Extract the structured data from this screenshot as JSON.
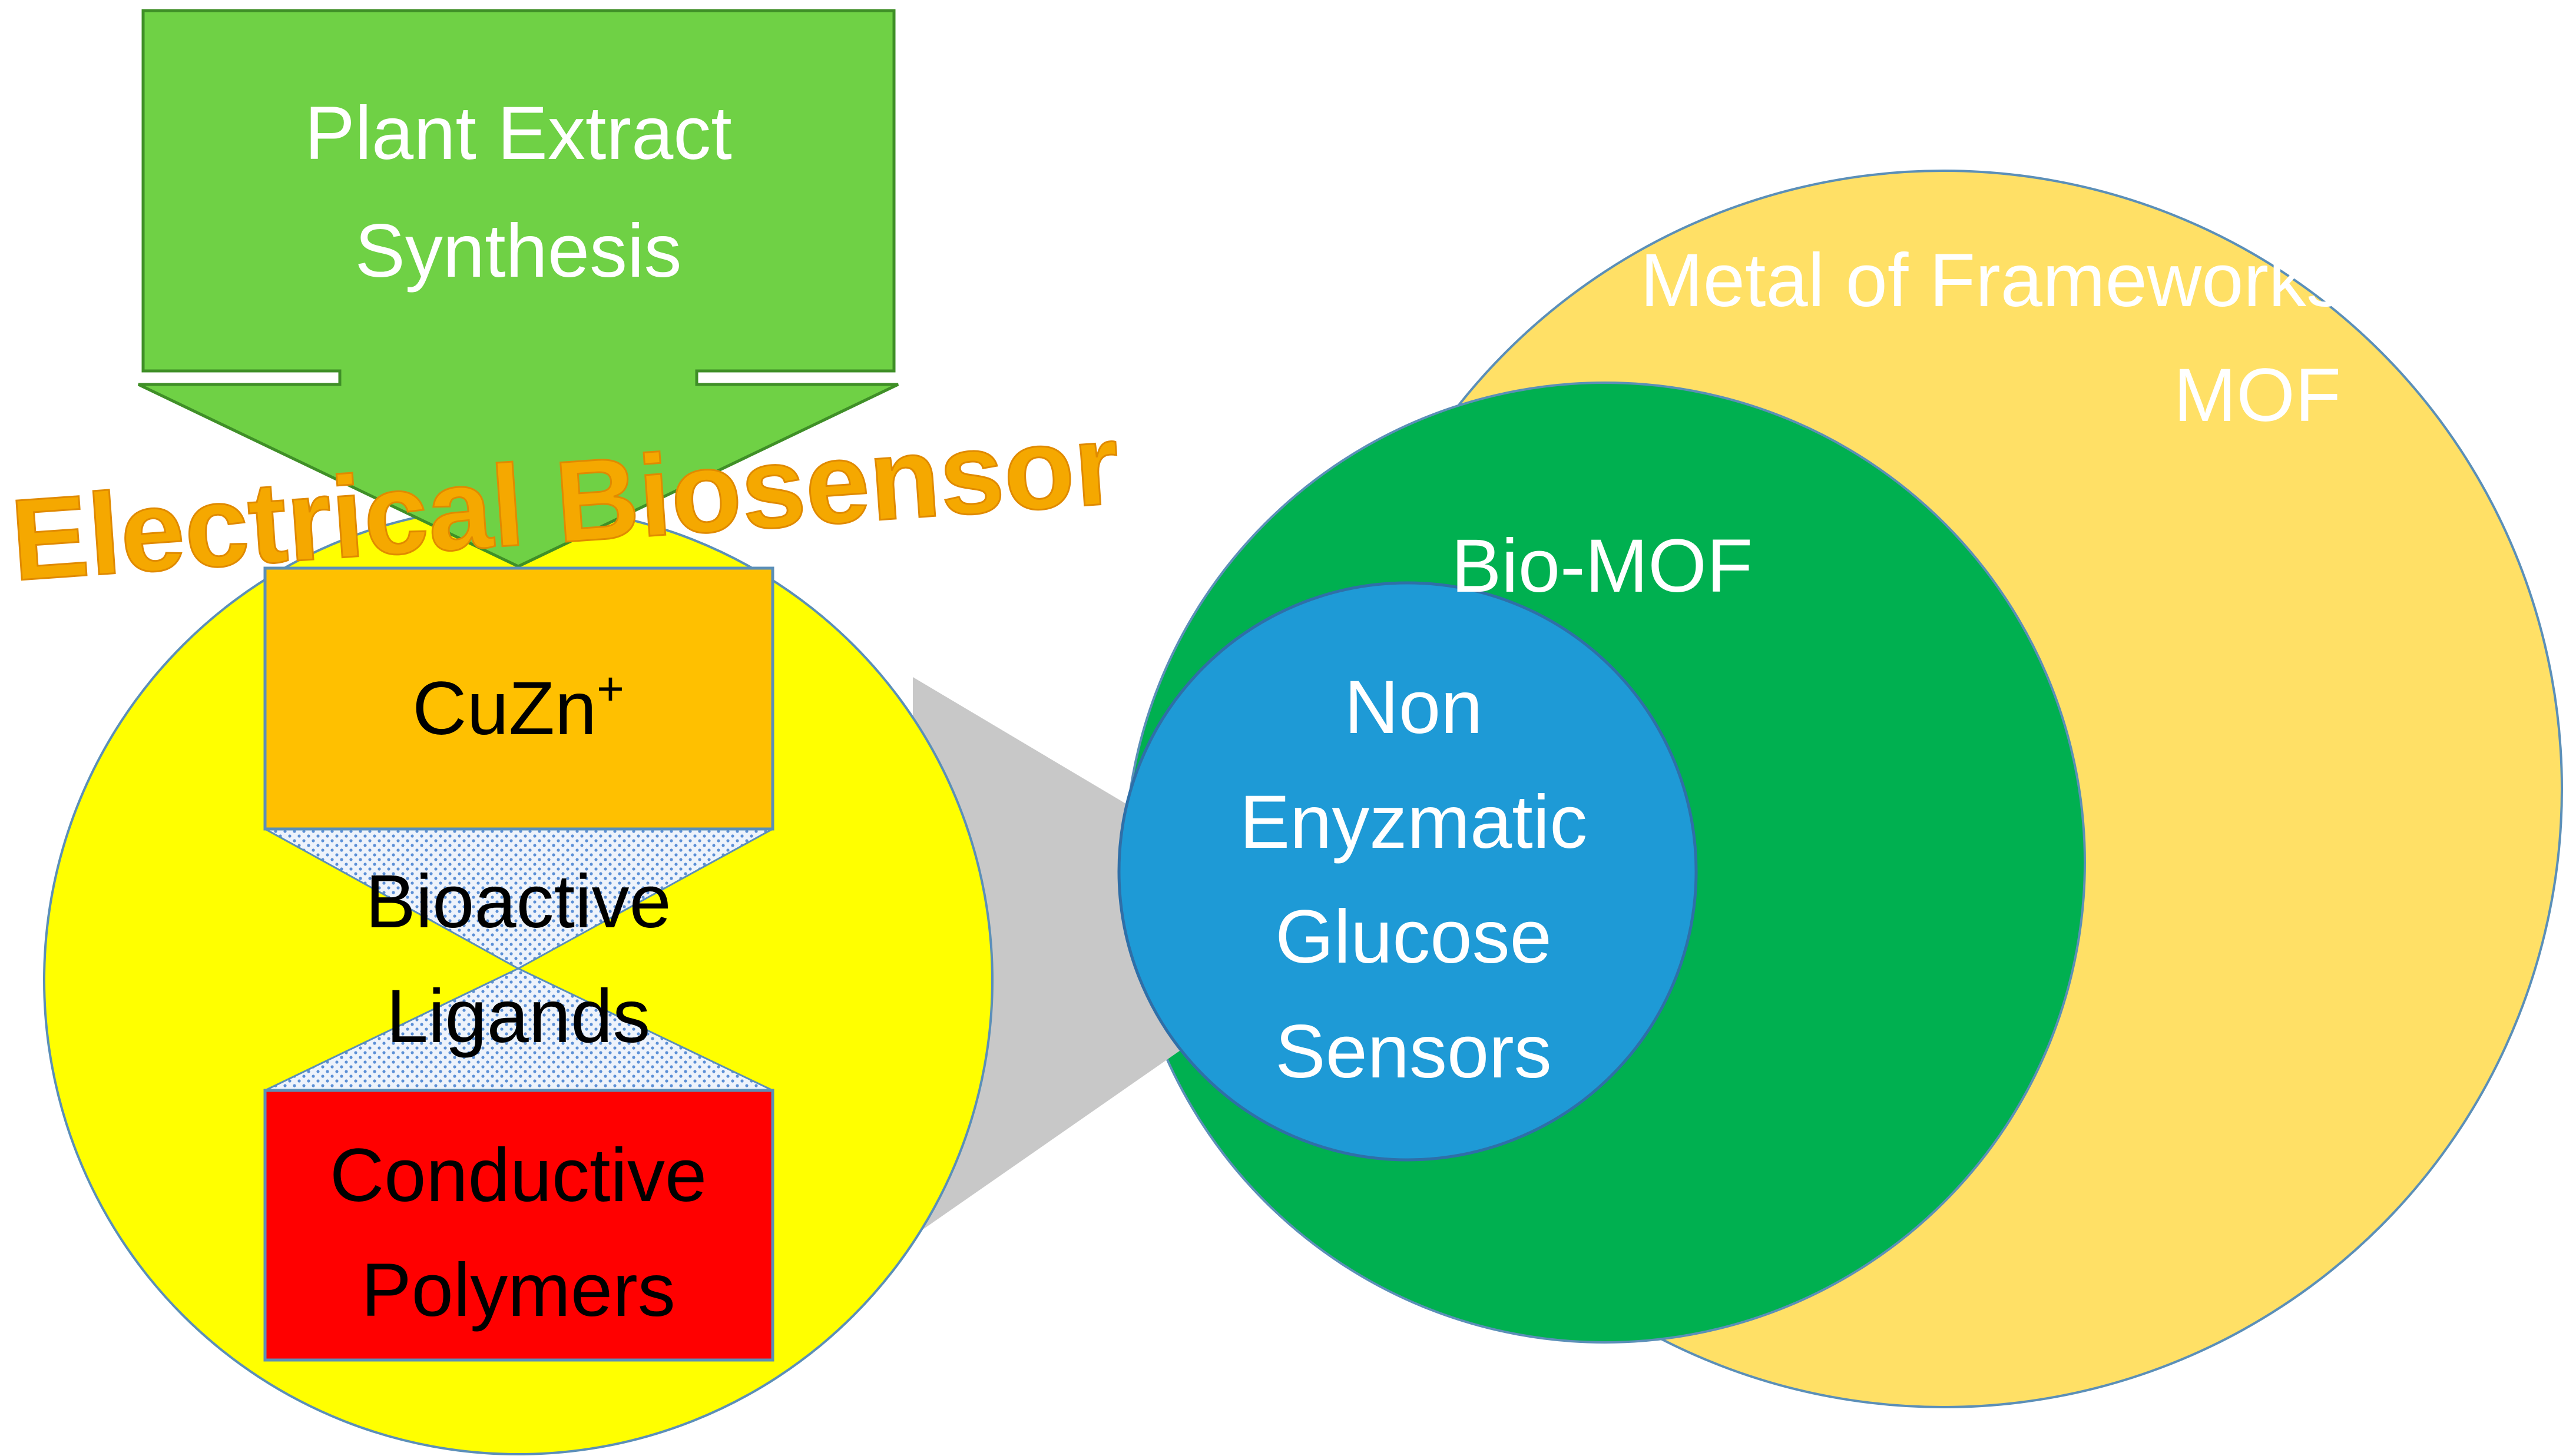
{
  "title": "Electrical Biosensor",
  "synthesis_box": {
    "line1": "Plant Extract",
    "line2": "Synthesis"
  },
  "left_circle": {
    "metal_label": "CuZn",
    "metal_superscript": "+",
    "ligand_line1": "Bioactive",
    "ligand_line2": "Ligands",
    "polymer_line1": "Conductive",
    "polymer_line2": "Polymers"
  },
  "venn": {
    "outer_line1": "Metal of Frameworks",
    "outer_line2": "MOF",
    "middle": "Bio-MOF",
    "inner_line1": "Non",
    "inner_line2": "Enyzmatic",
    "inner_line3": "Glucose",
    "inner_line4": "Sensors"
  },
  "colors": {
    "green_box": "#6fd145",
    "yellow_circle": "#ffff00",
    "orange_box": "#ffc000",
    "red_box": "#ff0000",
    "mof_yellow": "#ffe066",
    "bio_mof_green": "#00b050",
    "glucose_blue": "#1e9ad6",
    "title_orange": "#f5a800",
    "connector_gray": "#c8c8c8"
  }
}
